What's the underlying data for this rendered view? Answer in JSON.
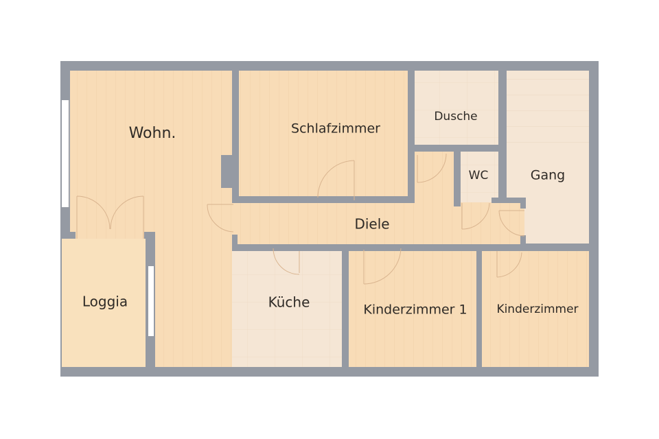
{
  "floorplan": {
    "colors": {
      "wall": "#959aa3",
      "wood": "#f8dcb7",
      "tile": "#f5e6d5",
      "loggia": "#f9e1bd",
      "door_line": "#d9b48f",
      "text": "#2e2a26",
      "background": "#ffffff"
    },
    "rooms": [
      {
        "id": "wohn",
        "label": "Wohn."
      },
      {
        "id": "schlafzimmer",
        "label": "Schlafzimmer"
      },
      {
        "id": "dusche",
        "label": "Dusche"
      },
      {
        "id": "wc",
        "label": "WC"
      },
      {
        "id": "gang",
        "label": "Gang"
      },
      {
        "id": "diele",
        "label": "Diele"
      },
      {
        "id": "loggia",
        "label": "Loggia"
      },
      {
        "id": "kueche",
        "label": "Küche"
      },
      {
        "id": "kinderzimmer1",
        "label": "Kinderzimmer 1"
      },
      {
        "id": "kinderzimmer2",
        "label": "Kinderzimmer"
      }
    ]
  }
}
